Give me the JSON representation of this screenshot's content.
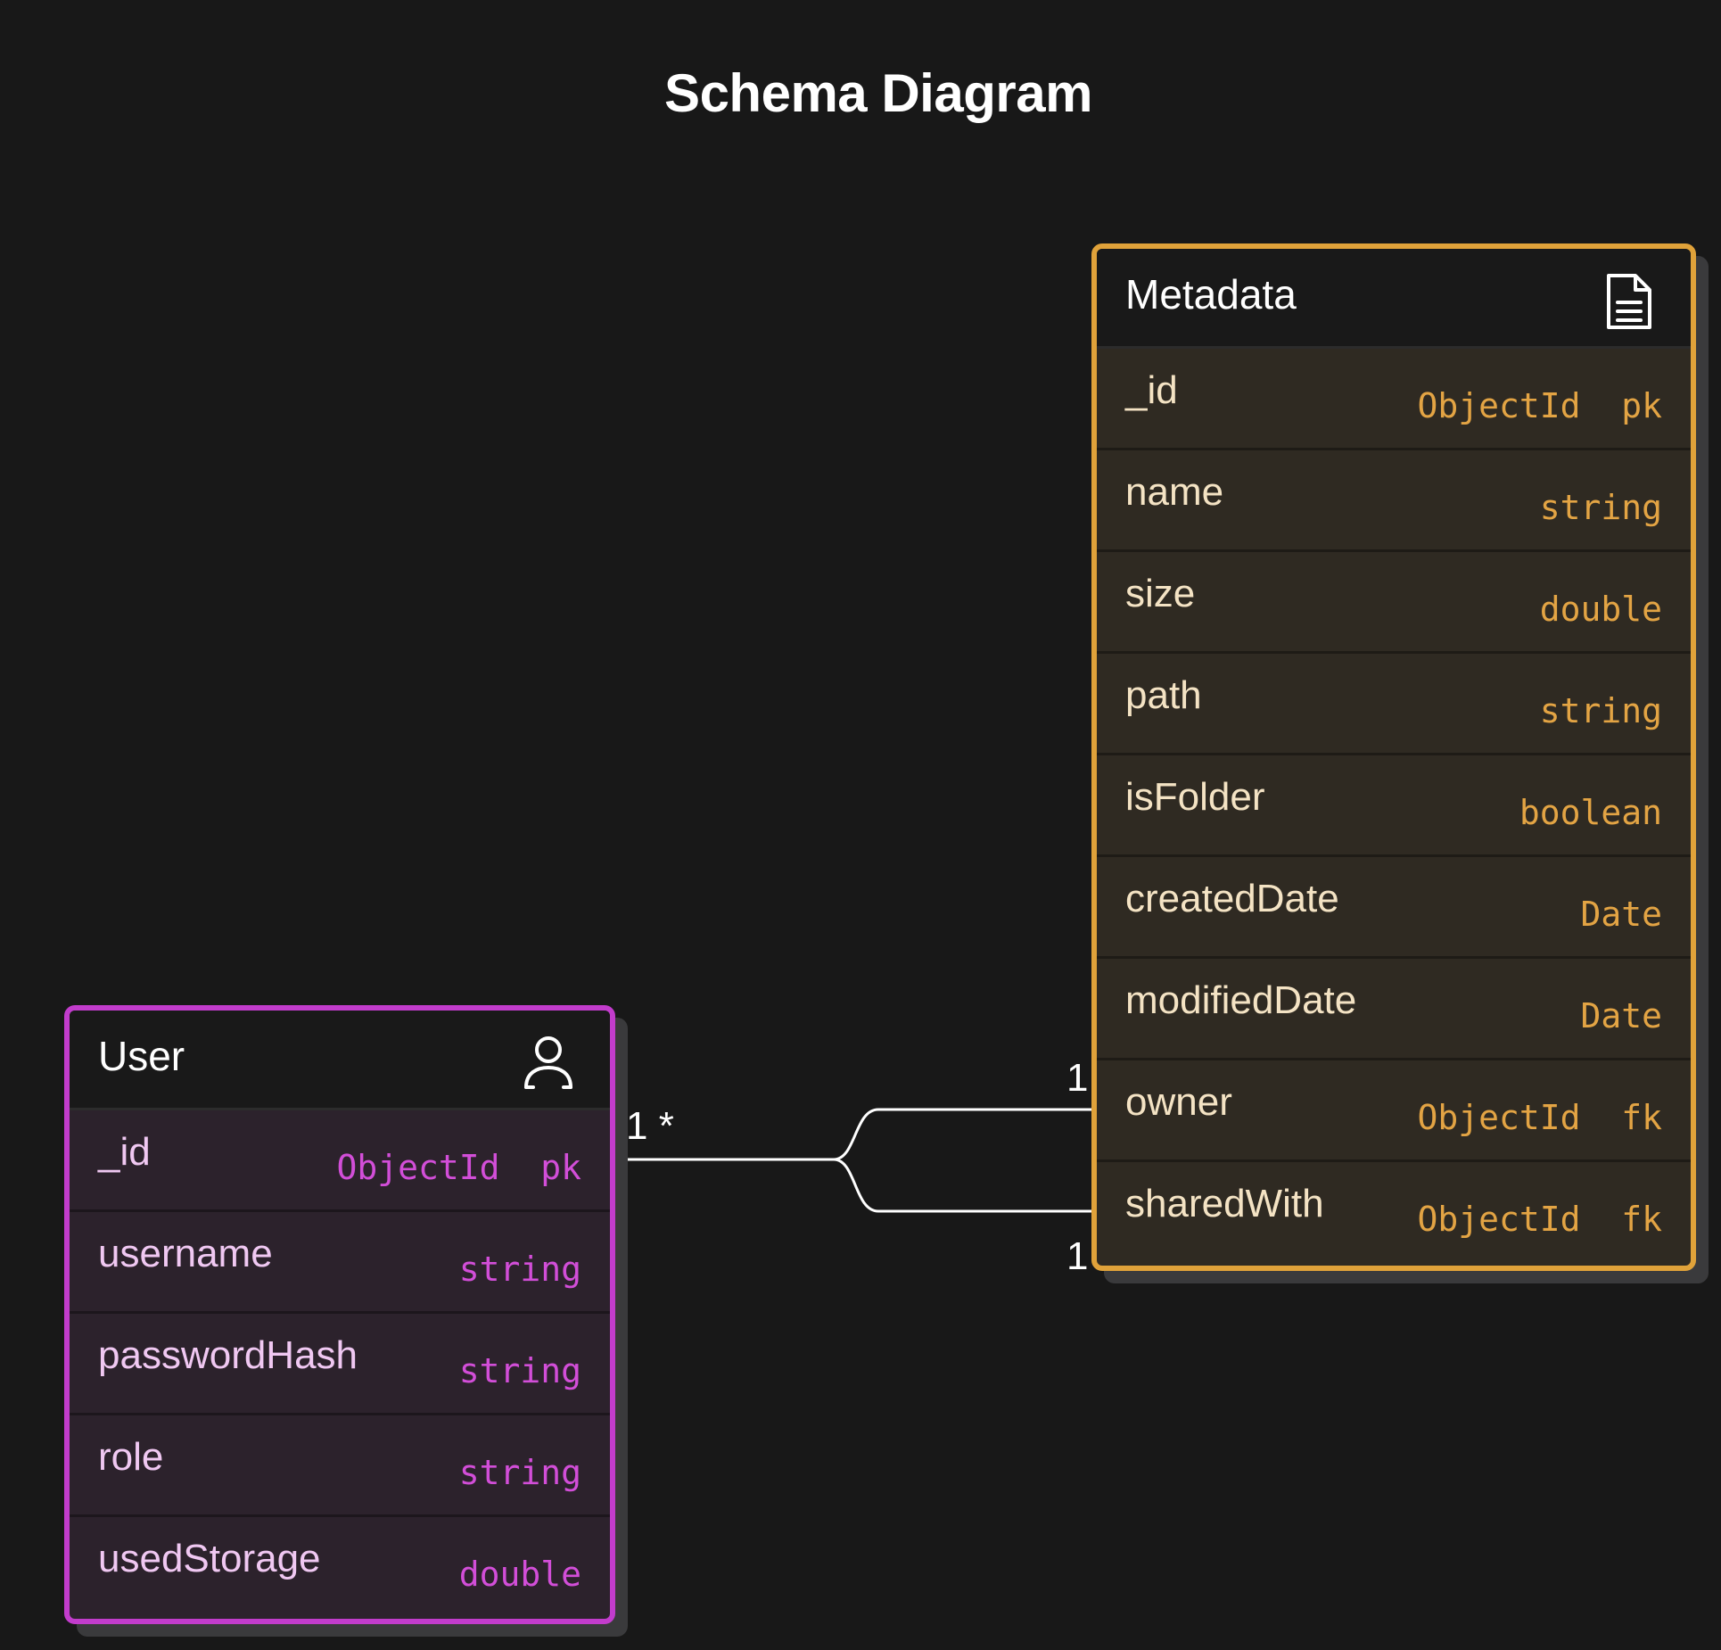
{
  "title": "Schema Diagram",
  "colors": {
    "background": "#181818",
    "user_border": "#c23ccc",
    "user_type": "#d24ed8",
    "metadata_border": "#e0a23a",
    "metadata_type": "#e3a444",
    "connector": "#ffffff"
  },
  "entities": {
    "user": {
      "name": "User",
      "icon": "person-icon",
      "fields": [
        {
          "name": "_id",
          "type": "ObjectId  pk"
        },
        {
          "name": "username",
          "type": "string"
        },
        {
          "name": "passwordHash",
          "type": "string"
        },
        {
          "name": "role",
          "type": "string"
        },
        {
          "name": "usedStorage",
          "type": "double"
        }
      ]
    },
    "metadata": {
      "name": "Metadata",
      "icon": "document-icon",
      "fields": [
        {
          "name": "_id",
          "type": "ObjectId  pk"
        },
        {
          "name": "name",
          "type": "string"
        },
        {
          "name": "size",
          "type": "double"
        },
        {
          "name": "path",
          "type": "string"
        },
        {
          "name": "isFolder",
          "type": "boolean"
        },
        {
          "name": "createdDate",
          "type": "Date"
        },
        {
          "name": "modifiedDate",
          "type": "Date"
        },
        {
          "name": "owner",
          "type": "ObjectId  fk"
        },
        {
          "name": "sharedWith",
          "type": "ObjectId  fk"
        }
      ]
    }
  },
  "relationship": {
    "from": "User._id",
    "to": [
      "Metadata.owner",
      "Metadata.sharedWith"
    ],
    "source_cardinality": "1 *",
    "owner_cardinality": "1",
    "sharedwith_cardinality": "1"
  }
}
